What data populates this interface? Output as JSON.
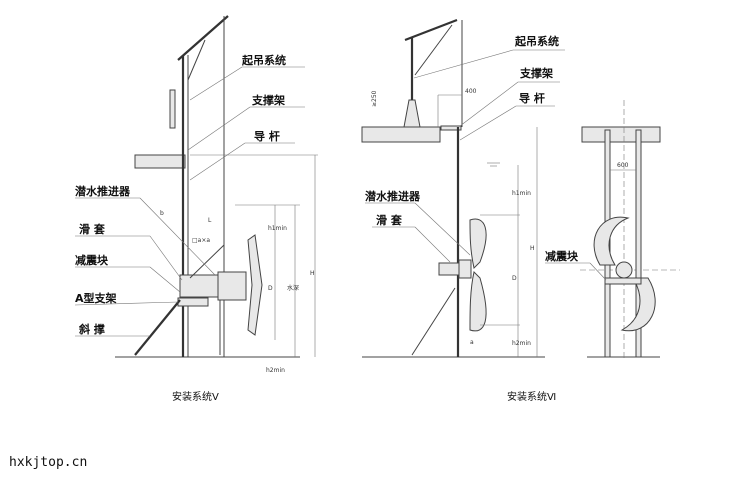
{
  "system5": {
    "caption": "安装系统Ⅴ",
    "labels": {
      "hoist": "起吊系统",
      "support": "支撑架",
      "guide_rod": "导 杆",
      "thruster": "潜水推进器",
      "sleeve": "滑 套",
      "damper": "减震块",
      "a_frame": "A型支架",
      "brace": "斜 撑"
    },
    "dims": {
      "b": "b",
      "L": "L",
      "axa": "□a×a",
      "h1min": "h1min",
      "D": "D",
      "depth": "水深",
      "H": "H",
      "h2min": "h2min"
    }
  },
  "system6": {
    "caption": "安装系统Ⅵ",
    "labels": {
      "hoist": "起吊系统",
      "support": "支撑架",
      "guide_rod": "导 杆",
      "thruster": "潜水推进器",
      "sleeve": "滑 套",
      "damper": "减震块"
    },
    "dims": {
      "ge250": "≥250",
      "d400": "400",
      "h1min": "h1min",
      "H": "H",
      "D": "D",
      "h2min": "h2min",
      "a": "a",
      "d600": "600"
    }
  },
  "footer": "hxkjtop.cn"
}
